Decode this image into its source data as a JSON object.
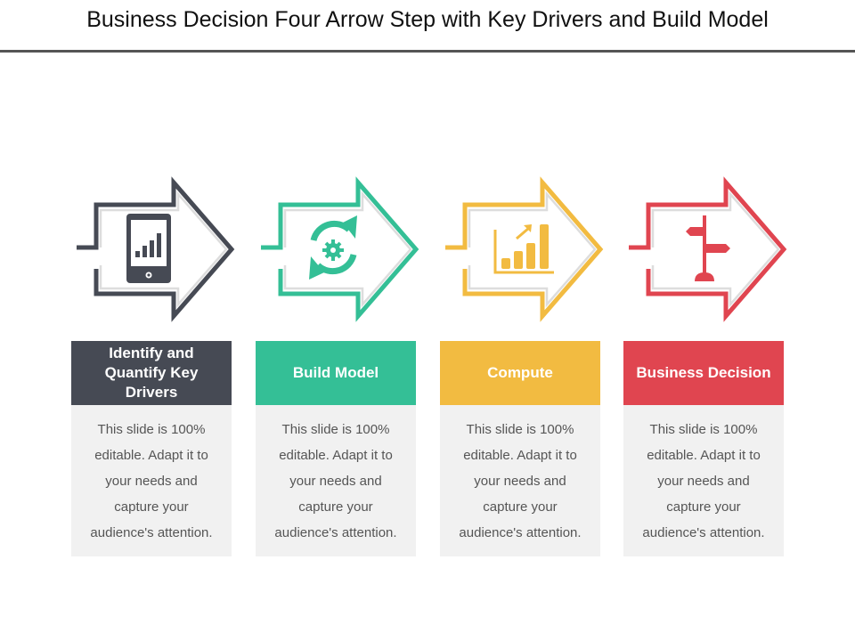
{
  "title": "Business Decision Four Arrow Step with Key Drivers and Build Model",
  "steps": [
    {
      "label": "Identify and Quantify Key Drivers",
      "text": "This slide is 100% editable. Adapt it to your needs and capture your audience's attention.",
      "color": "#464a54",
      "icon": "tablet-chart-icon"
    },
    {
      "label": "Build Model",
      "text": "This slide is 100% editable. Adapt it to your needs and capture your audience's attention.",
      "color": "#34bf96",
      "icon": "gear-refresh-icon"
    },
    {
      "label": "Compute",
      "text": "This slide is 100% editable. Adapt it to your needs and capture your audience's attention.",
      "color": "#f2bb41",
      "icon": "growth-chart-icon"
    },
    {
      "label": "Business Decision",
      "text": "This slide is 100% editable. Adapt it to your needs and capture your audience's attention.",
      "color": "#e04550",
      "icon": "signpost-icon"
    }
  ]
}
